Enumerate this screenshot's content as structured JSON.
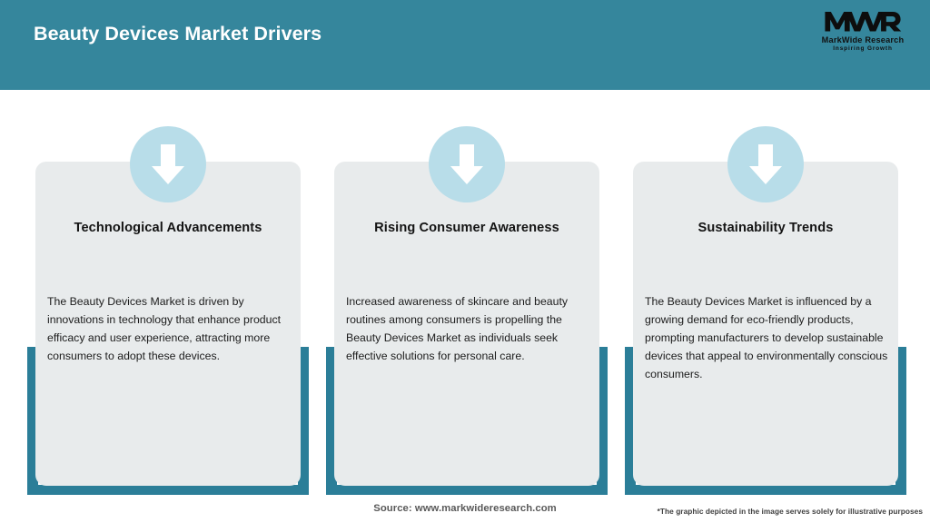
{
  "header": {
    "title": "Beauty Devices Market Drivers",
    "band_color": "#35869c",
    "title_color": "#ffffff"
  },
  "logo": {
    "mark": "MWR",
    "name": "MarkWide Research",
    "tagline": "Inspiring Growth"
  },
  "theme": {
    "teal": "#35869c",
    "frame_teal": "#2b7e98",
    "card_bg": "#e8ebec",
    "circle_blue": "#b8dde9",
    "arrow_white": "#ffffff",
    "page_bg": "#ffffff"
  },
  "cards": [
    {
      "icon": "arrow-down-icon",
      "title": "Technological Advancements",
      "body": "The Beauty Devices Market is driven by innovations in technology that enhance product efficacy and user experience, attracting more consumers to adopt these devices."
    },
    {
      "icon": "arrow-down-icon",
      "title": "Rising Consumer Awareness",
      "body": "Increased awareness of skincare and beauty routines among consumers is propelling the Beauty Devices Market as individuals seek effective solutions for personal care."
    },
    {
      "icon": "arrow-down-icon",
      "title": "Sustainability Trends",
      "body": "The Beauty Devices Market is influenced by a growing demand for eco-friendly products, prompting manufacturers to develop sustainable devices that appeal to environmentally conscious consumers."
    }
  ],
  "footer": {
    "source": "Source: www.markwideresearch.com",
    "disclaimer": "*The graphic depicted in the image serves solely for illustrative purposes"
  }
}
